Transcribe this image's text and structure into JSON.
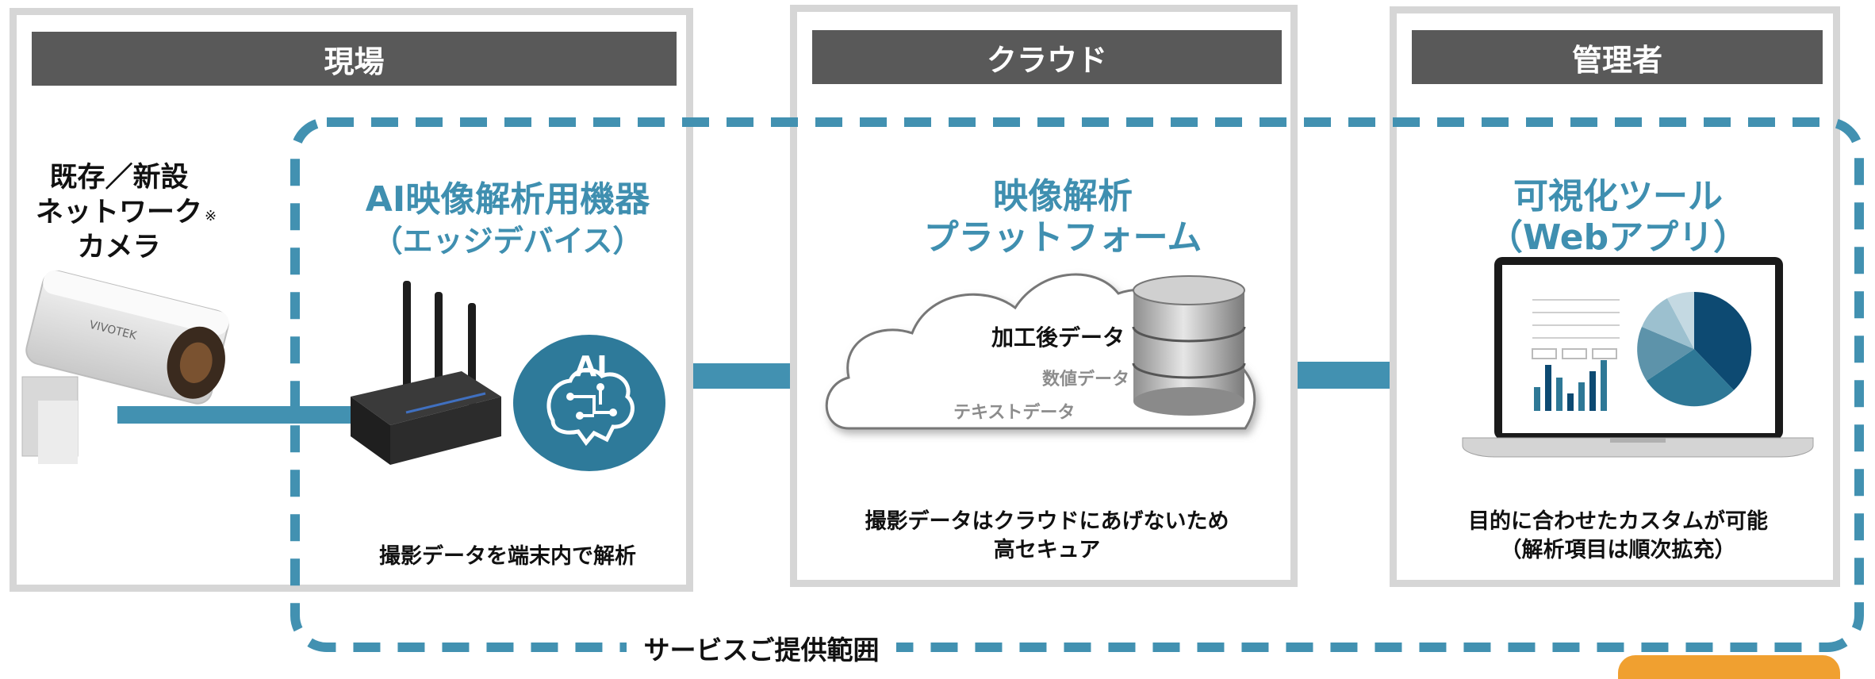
{
  "sections": {
    "site": {
      "header": "現場"
    },
    "cloud": {
      "header": "クラウド"
    },
    "admin": {
      "header": "管理者"
    }
  },
  "camera": {
    "label_line1": "既存／新設",
    "label_line2": "ネットワーク",
    "label_line3": "カメラ",
    "note_mark": "※"
  },
  "edge": {
    "title_line1": "AI映像解析用機器",
    "title_line2": "（エッジデバイス）",
    "ai_badge": "AI",
    "caption": "撮影データを端末内で解析"
  },
  "platform": {
    "title_line1": "映像解析",
    "title_line2": "プラットフォーム",
    "processed_label": "加工後データ",
    "numeric_label": "数値データ",
    "text_label": "テキストデータ",
    "caption_line1": "撮影データはクラウドにあげないため",
    "caption_line2": "高セキュア"
  },
  "tool": {
    "title_line1": "可視化ツール",
    "title_line2": "（Webアプリ）",
    "caption_line1": "目的に合わせたカスタムが可能",
    "caption_line2": "（解析項目は順次拡充）"
  },
  "scope": {
    "label": "サービスご提供範囲"
  },
  "colors": {
    "accent": "#4291b1",
    "header_bg": "#595959",
    "panel_border": "#d6d6d6",
    "pie_dark": "#0d4a72",
    "pie_mid": "#2e7896",
    "orange": "#f0a030"
  }
}
